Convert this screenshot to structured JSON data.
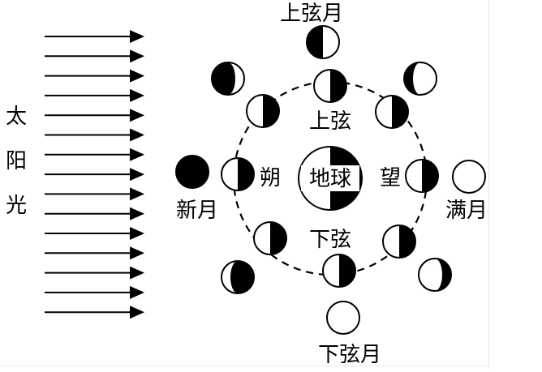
{
  "labels": {
    "sun_chars": [
      "太",
      "阳",
      "光"
    ],
    "earth": "地球",
    "new_moon_phase": "朔",
    "full_moon_phase": "望",
    "first_quarter_phase": "上弦",
    "last_quarter_phase": "下弦",
    "new_moon_appearance": "新月",
    "full_moon_appearance": "满月",
    "first_quarter_appearance": "上弦月",
    "last_quarter_appearance": "下弦月"
  },
  "sunlight": {
    "ray_count": 15,
    "direction": "left-to-right"
  },
  "colors": {
    "ink": "#000000",
    "paper": "#ffffff"
  }
}
